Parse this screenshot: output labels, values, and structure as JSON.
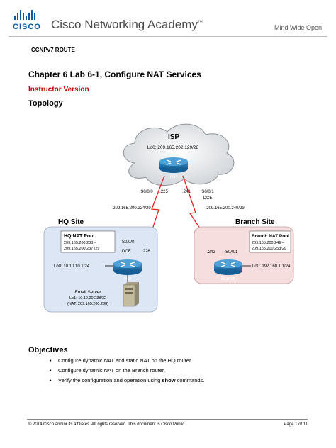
{
  "header": {
    "logo_text": "CISCO",
    "academy": "Cisco Networking Academy",
    "tagline": "Mind Wide Open",
    "tm": "™"
  },
  "course": "CCNPv7 ROUTE",
  "title": "Chapter 6 Lab 6-1, Configure NAT Services",
  "version": "Instructor Version",
  "topology_heading": "Topology",
  "diagram": {
    "isp": {
      "label": "ISP",
      "loopback": "Lo0: 209.165.202.129/28",
      "router": "ISP",
      "if_left": "S0/0/0",
      "if_left_ip": ".225",
      "if_right_ip": ".241",
      "if_right": "S0/0/1",
      "if_right_dce": "DCE"
    },
    "link_left": "209.165.200.224/29",
    "link_right": "209.165.200.240/29",
    "hq": {
      "site": "HQ Site",
      "pool_title": "HQ NAT Pool",
      "pool_line1": "209.165.200.233 –",
      "pool_line2": "209.165.200.237 /29",
      "serial": "S0/0/0",
      "dce": "DCE",
      "ip": ".226",
      "loopback": "Lo0: 10.10.10.1/24",
      "router": "HQ",
      "server_title": "Email Server",
      "server_lo": "Lo1: 10.10.20.238/32",
      "server_nat": "(NAT: 209.165.200.238)"
    },
    "branch": {
      "site": "Branch Site",
      "pool_title": "Branch NAT Pool",
      "pool_line1": "209.165.200.249 –",
      "pool_line2": "209.165.200.253/29",
      "ip": ".242",
      "serial": "S0/0/1",
      "loopback": "Lo0: 192.168.1.1/24",
      "router": "Branch"
    }
  },
  "objectives": {
    "heading": "Objectives",
    "items": [
      {
        "text": "Configure dynamic NAT and static NAT on the HQ router."
      },
      {
        "text": "Configure dynamic NAT on the Branch router."
      },
      {
        "pre": "Verify the configuration and operation using ",
        "bold": "show",
        "post": " commands."
      }
    ]
  },
  "footer": {
    "left": "© 2014 Cisco and/or its affiliates. All rights reserved. This document is Cisco Public.",
    "right": "Page 1 of 11"
  },
  "colors": {
    "cisco_blue": "#0b5aa6",
    "instructor_red": "#c00000",
    "hq_fill": "#dde6f5",
    "branch_fill": "#f6dede",
    "serial_link": "#e52222"
  }
}
